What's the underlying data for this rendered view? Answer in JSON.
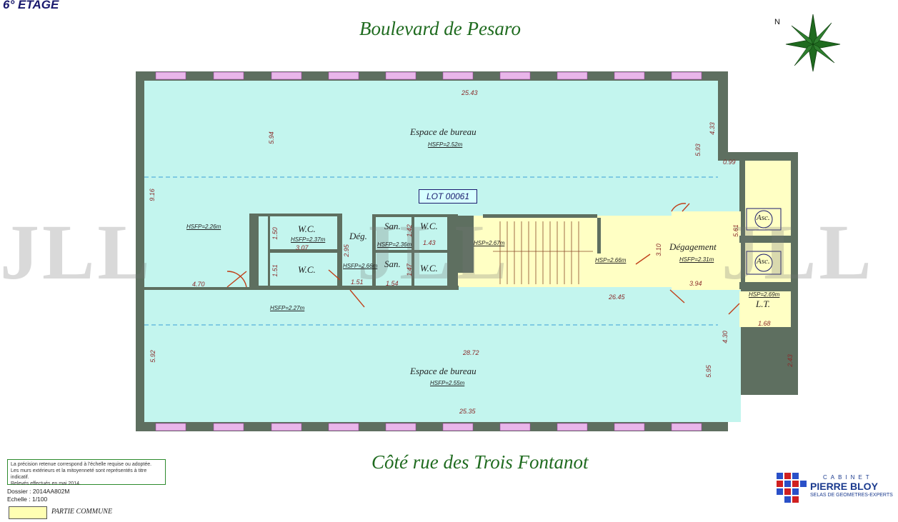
{
  "header": {
    "floor_label": "6° ETAGE",
    "street_top": "Boulevard de Pesaro",
    "street_bottom": "Côté rue des Trois Fontanot"
  },
  "lot": "LOT 00061",
  "rooms": {
    "office_top": "Espace de bureau",
    "office_top_hsfp": "HSFP=2.52m",
    "office_bottom": "Espace de bureau",
    "office_bottom_hsfp": "HSFP=2.55m",
    "wc1": "W.C.",
    "wc2": "W.C.",
    "wc3": "W.C.",
    "wc4": "W.C.",
    "deg": "Dég.",
    "san1": "San.",
    "san2": "San.",
    "degagement": "Dégagement",
    "degagement_hsfp": "HSFP=2.31m",
    "asc1": "Asc.",
    "asc2": "Asc.",
    "lt": "L.T.",
    "lt_hsp": "HSP=2.69m",
    "left_hsfp": "HSFP=2.26m",
    "wc_hsfp": "HSFP=2.37m",
    "deg_hsfp": "HSFP=2.66m",
    "san_hsfp": "HSFP=2.36m",
    "stair_hsp1": "HSP=2.67m",
    "stair_hsp2": "HSP=2.66m",
    "corr_hsfp": "HSFP=2.27m"
  },
  "dimensions": {
    "top_width": "25.43",
    "mid_width": "26.45",
    "low_width": "28.72",
    "bottom_width": "25.35",
    "left_top": "5.94",
    "left_mid": "9.16",
    "left_bottom": "5.92",
    "right_top1": "4.33",
    "right_top2": "5.93",
    "right_mid": "5.61",
    "right_low1": "4.30",
    "right_low2": "5.95",
    "right_low3": "2.43",
    "corr_left": "4.70",
    "wc_d1": "3.07",
    "wc_d2": "2.95",
    "wc_d3": "1.50",
    "wc_d4": "1.51",
    "deg_d": "1.51",
    "san_d1": "1.43",
    "san_d2": "1.54",
    "san_d3": "1.42",
    "san_d4": "1.47",
    "deg_d2": "3.10",
    "deg_d3": "3.94",
    "lt_d": "1.68",
    "small_d": "0.99"
  },
  "notes": {
    "line1": "La précision retenue correspond à l'échelle requise ou adoptée.",
    "line2": "Les murs extérieurs et la mitoyenneté sont représentés à titre indicatif.",
    "line3": "Relevés effectués en mai 2014."
  },
  "meta": {
    "dossier": "Dossier : 2014AA802M",
    "echelle": "Echelle : 1/100"
  },
  "legend": {
    "label": "PARTIE COMMUNE"
  },
  "logo": {
    "cabinet": "CABINET",
    "name": "PIERRE BLOY",
    "tagline": "SELAS DE GEOMETRES-EXPERTS"
  },
  "watermark": "JLL",
  "colors": {
    "office": "#c3f5ee",
    "common": "#ffffc4",
    "wall": "#5e6f60",
    "dim": "#8a2a2a",
    "street": "#1f6b1f"
  }
}
